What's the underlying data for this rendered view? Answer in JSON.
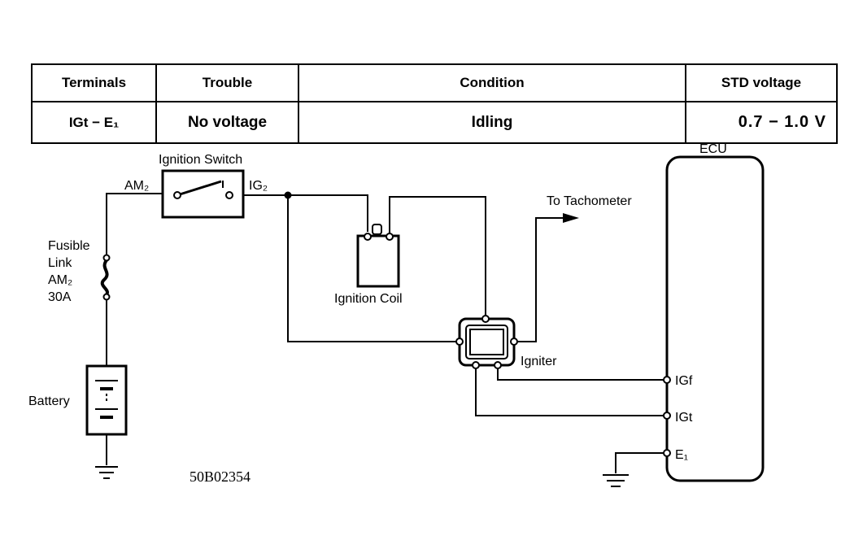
{
  "table": {
    "headers": [
      "Terminals",
      "Trouble",
      "Condition",
      "STD voltage"
    ],
    "row": {
      "terminals": "IGt − E₁",
      "trouble": "No voltage",
      "condition": "Idling",
      "std_voltage": "0.7 − 1.0 V"
    }
  },
  "labels": {
    "ignition_switch": "Ignition Switch",
    "am2": "AM₂",
    "ig2": "IG₂",
    "fusible_link_line1": "Fusible",
    "fusible_link_line2": "Link",
    "fusible_link_line3": "AM₂",
    "fusible_link_line4": "30A",
    "battery": "Battery",
    "ignition_coil": "Ignition Coil",
    "to_tachometer": "To Tachometer",
    "igniter": "Igniter",
    "ecu": "ECU",
    "igf": "IGf",
    "igt": "IGt",
    "e1": "E₁",
    "figure_number": "50B02354"
  }
}
